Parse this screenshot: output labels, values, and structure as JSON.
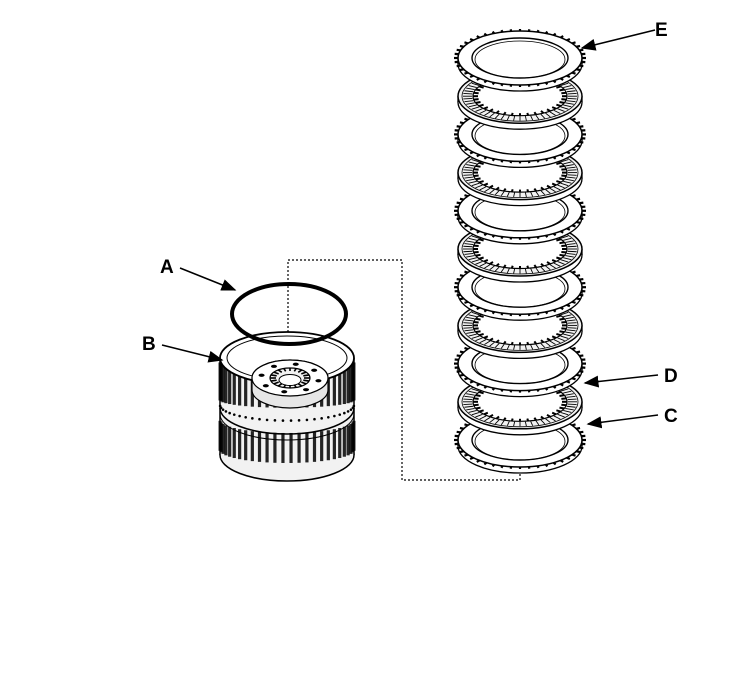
{
  "diagram": {
    "labels": {
      "A": "A",
      "B": "B",
      "C": "C",
      "D": "D",
      "E": "E"
    }
  },
  "colors": {
    "ink": "#000000",
    "paper": "#ffffff",
    "plate_fill": "#f2f2f2",
    "hub_fill": "#e6e6e6"
  },
  "stack": {
    "disc_count": 5,
    "plate_count": 6
  }
}
